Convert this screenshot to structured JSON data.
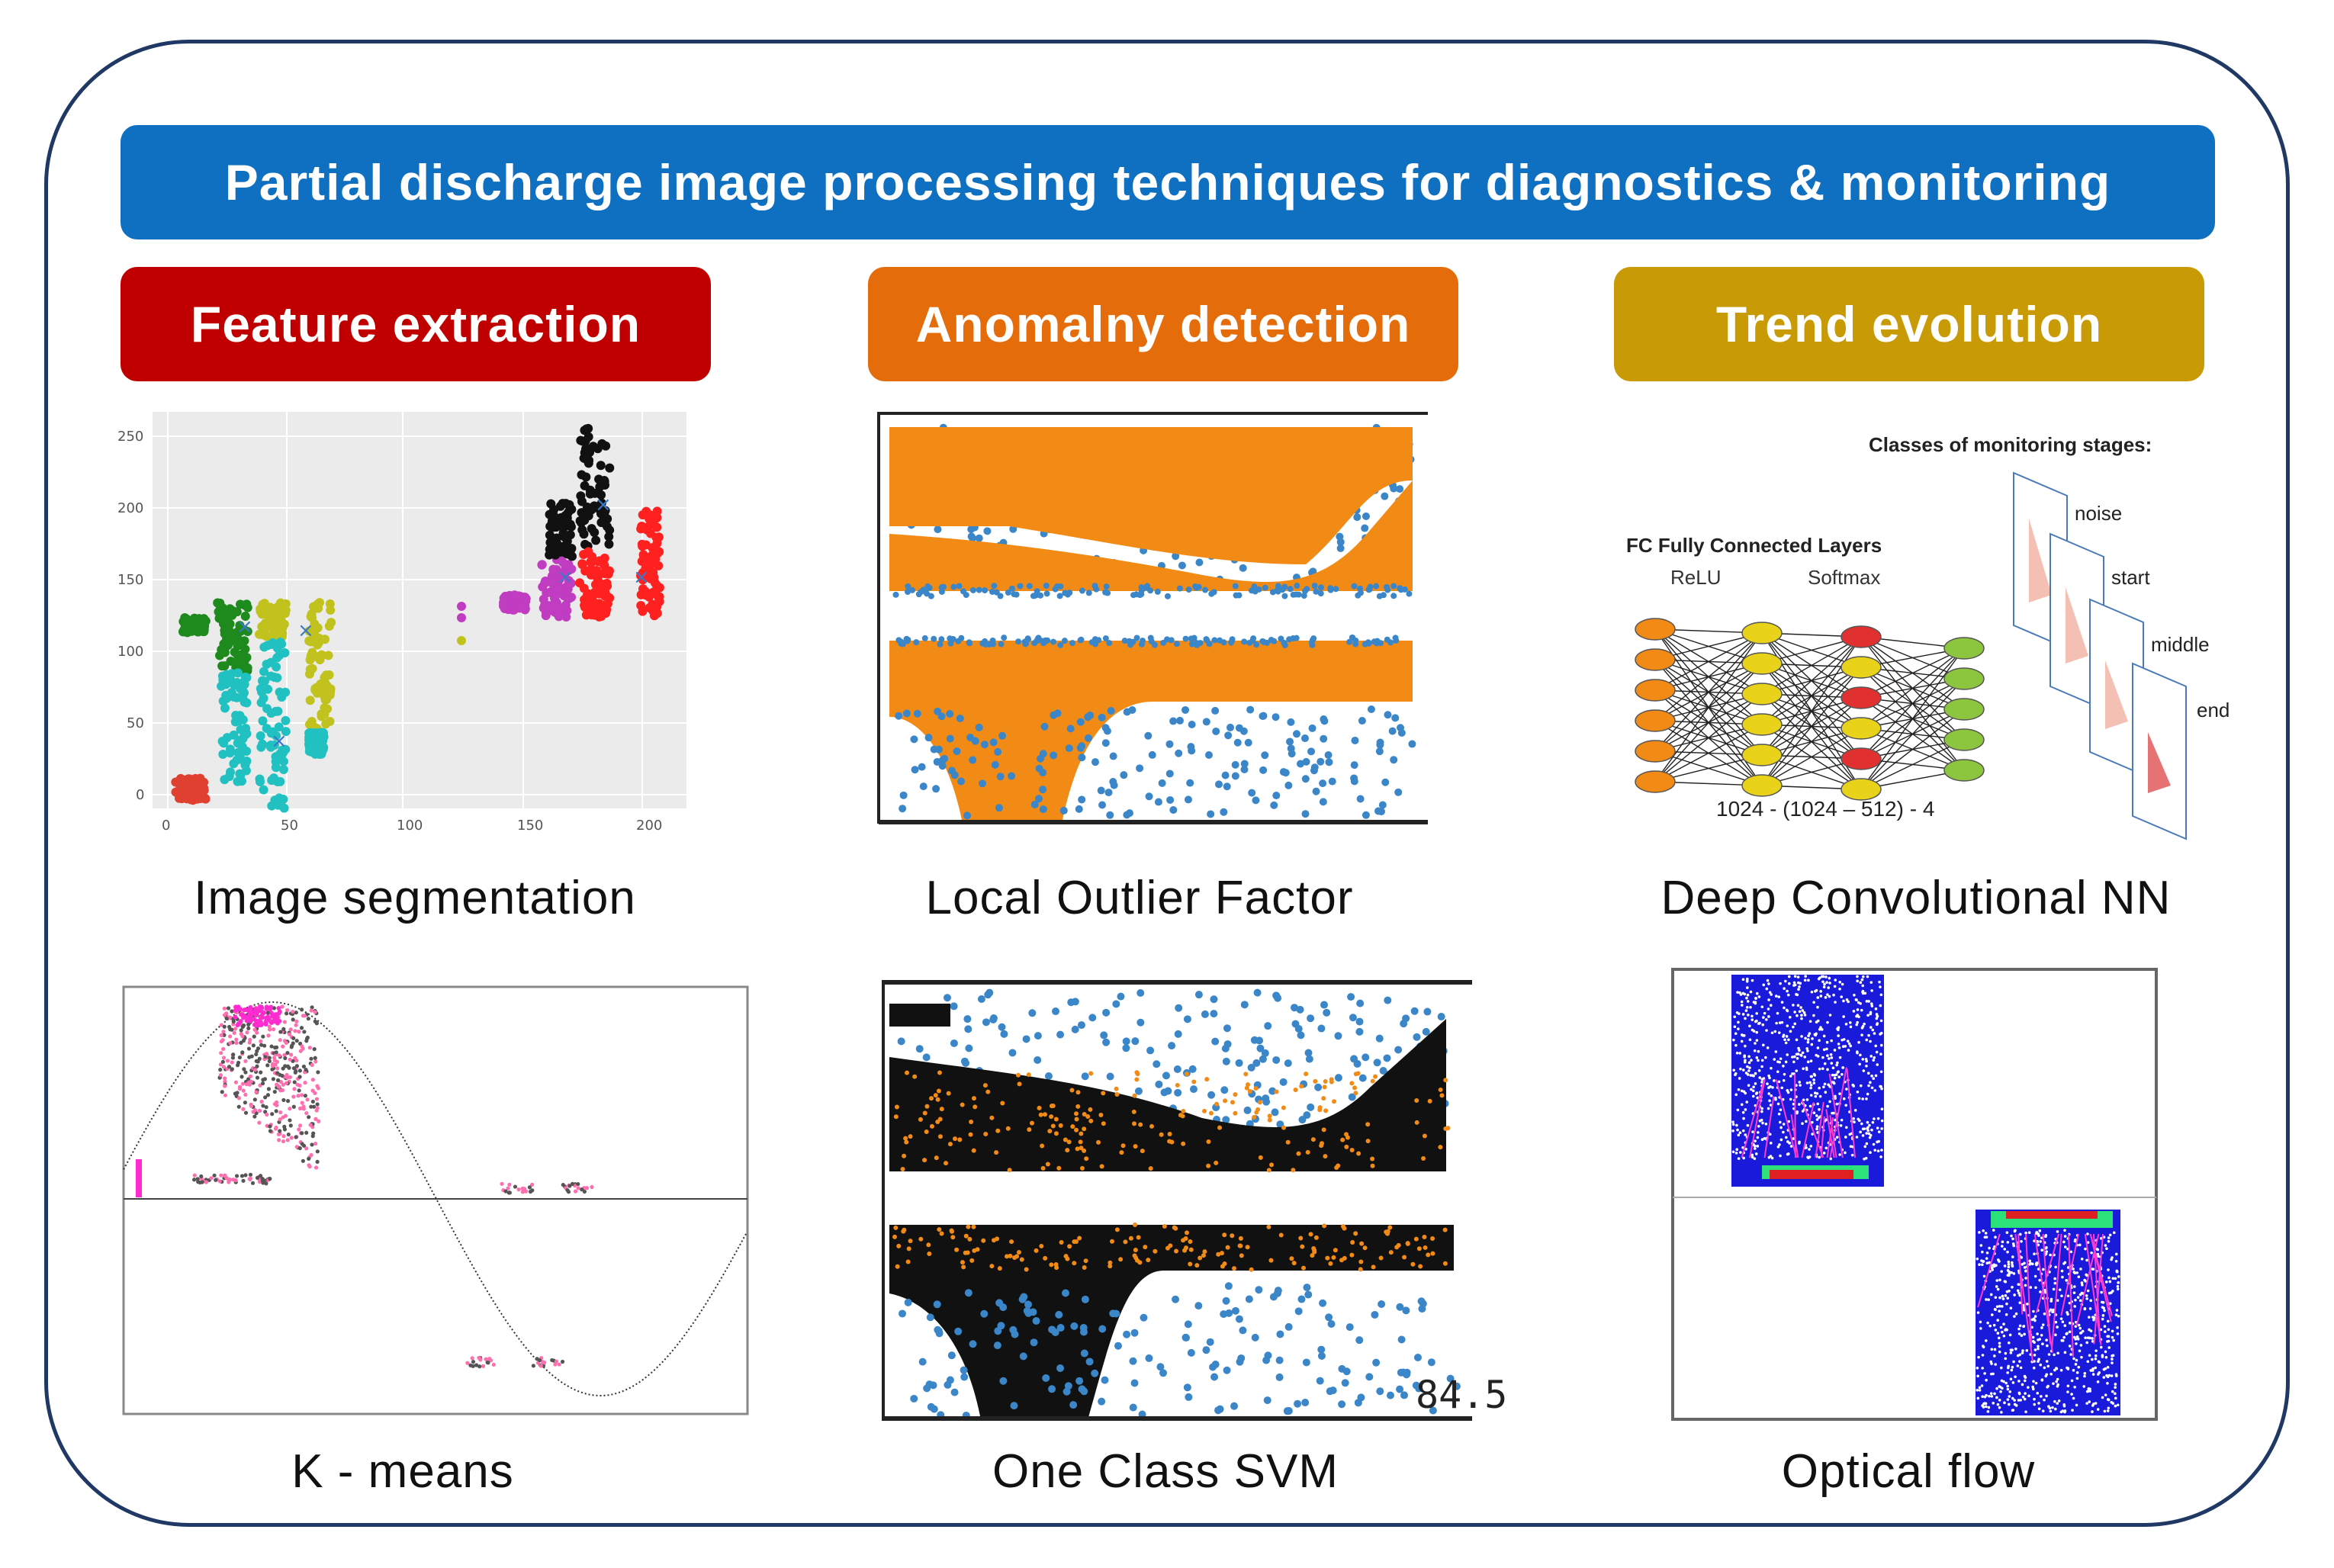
{
  "header": {
    "title": "Partial discharge image processing techniques for diagnostics & monitoring"
  },
  "categories": [
    {
      "label": "Feature extraction",
      "color": "#c00000"
    },
    {
      "label": "Anomalny detection",
      "color": "#e46c0a"
    },
    {
      "label": "Trend evolution",
      "color": "#c89a05"
    }
  ],
  "captions": {
    "image_segmentation": "Image segmentation",
    "local_outlier_factor": "Local Outlier Factor",
    "deep_cnn": "Deep Convolutional NN",
    "kmeans": "K - means",
    "one_class_svm": "One Class SVM",
    "optical_flow": "Optical flow"
  },
  "segmentation_plot": {
    "y_ticks": [
      "250",
      "200",
      "150",
      "100",
      "50",
      "0"
    ],
    "x_ticks": [
      "0",
      "50",
      "100",
      "150",
      "200"
    ]
  },
  "cnn": {
    "classes_title": "Classes of monitoring stages:",
    "fc_title": "FC Fully Connected Layers",
    "relu": "ReLU",
    "softmax": "Softmax",
    "formula": "1024  -  (1024 – 512) - 4",
    "stages": [
      "noise",
      "start",
      "middle",
      "end"
    ]
  },
  "svm": {
    "value_label": "84.5"
  },
  "colors": {
    "frame": "#1f3864",
    "header": "#0f6fc0",
    "orange": "#f28a16",
    "blue": "#3a86c8"
  }
}
